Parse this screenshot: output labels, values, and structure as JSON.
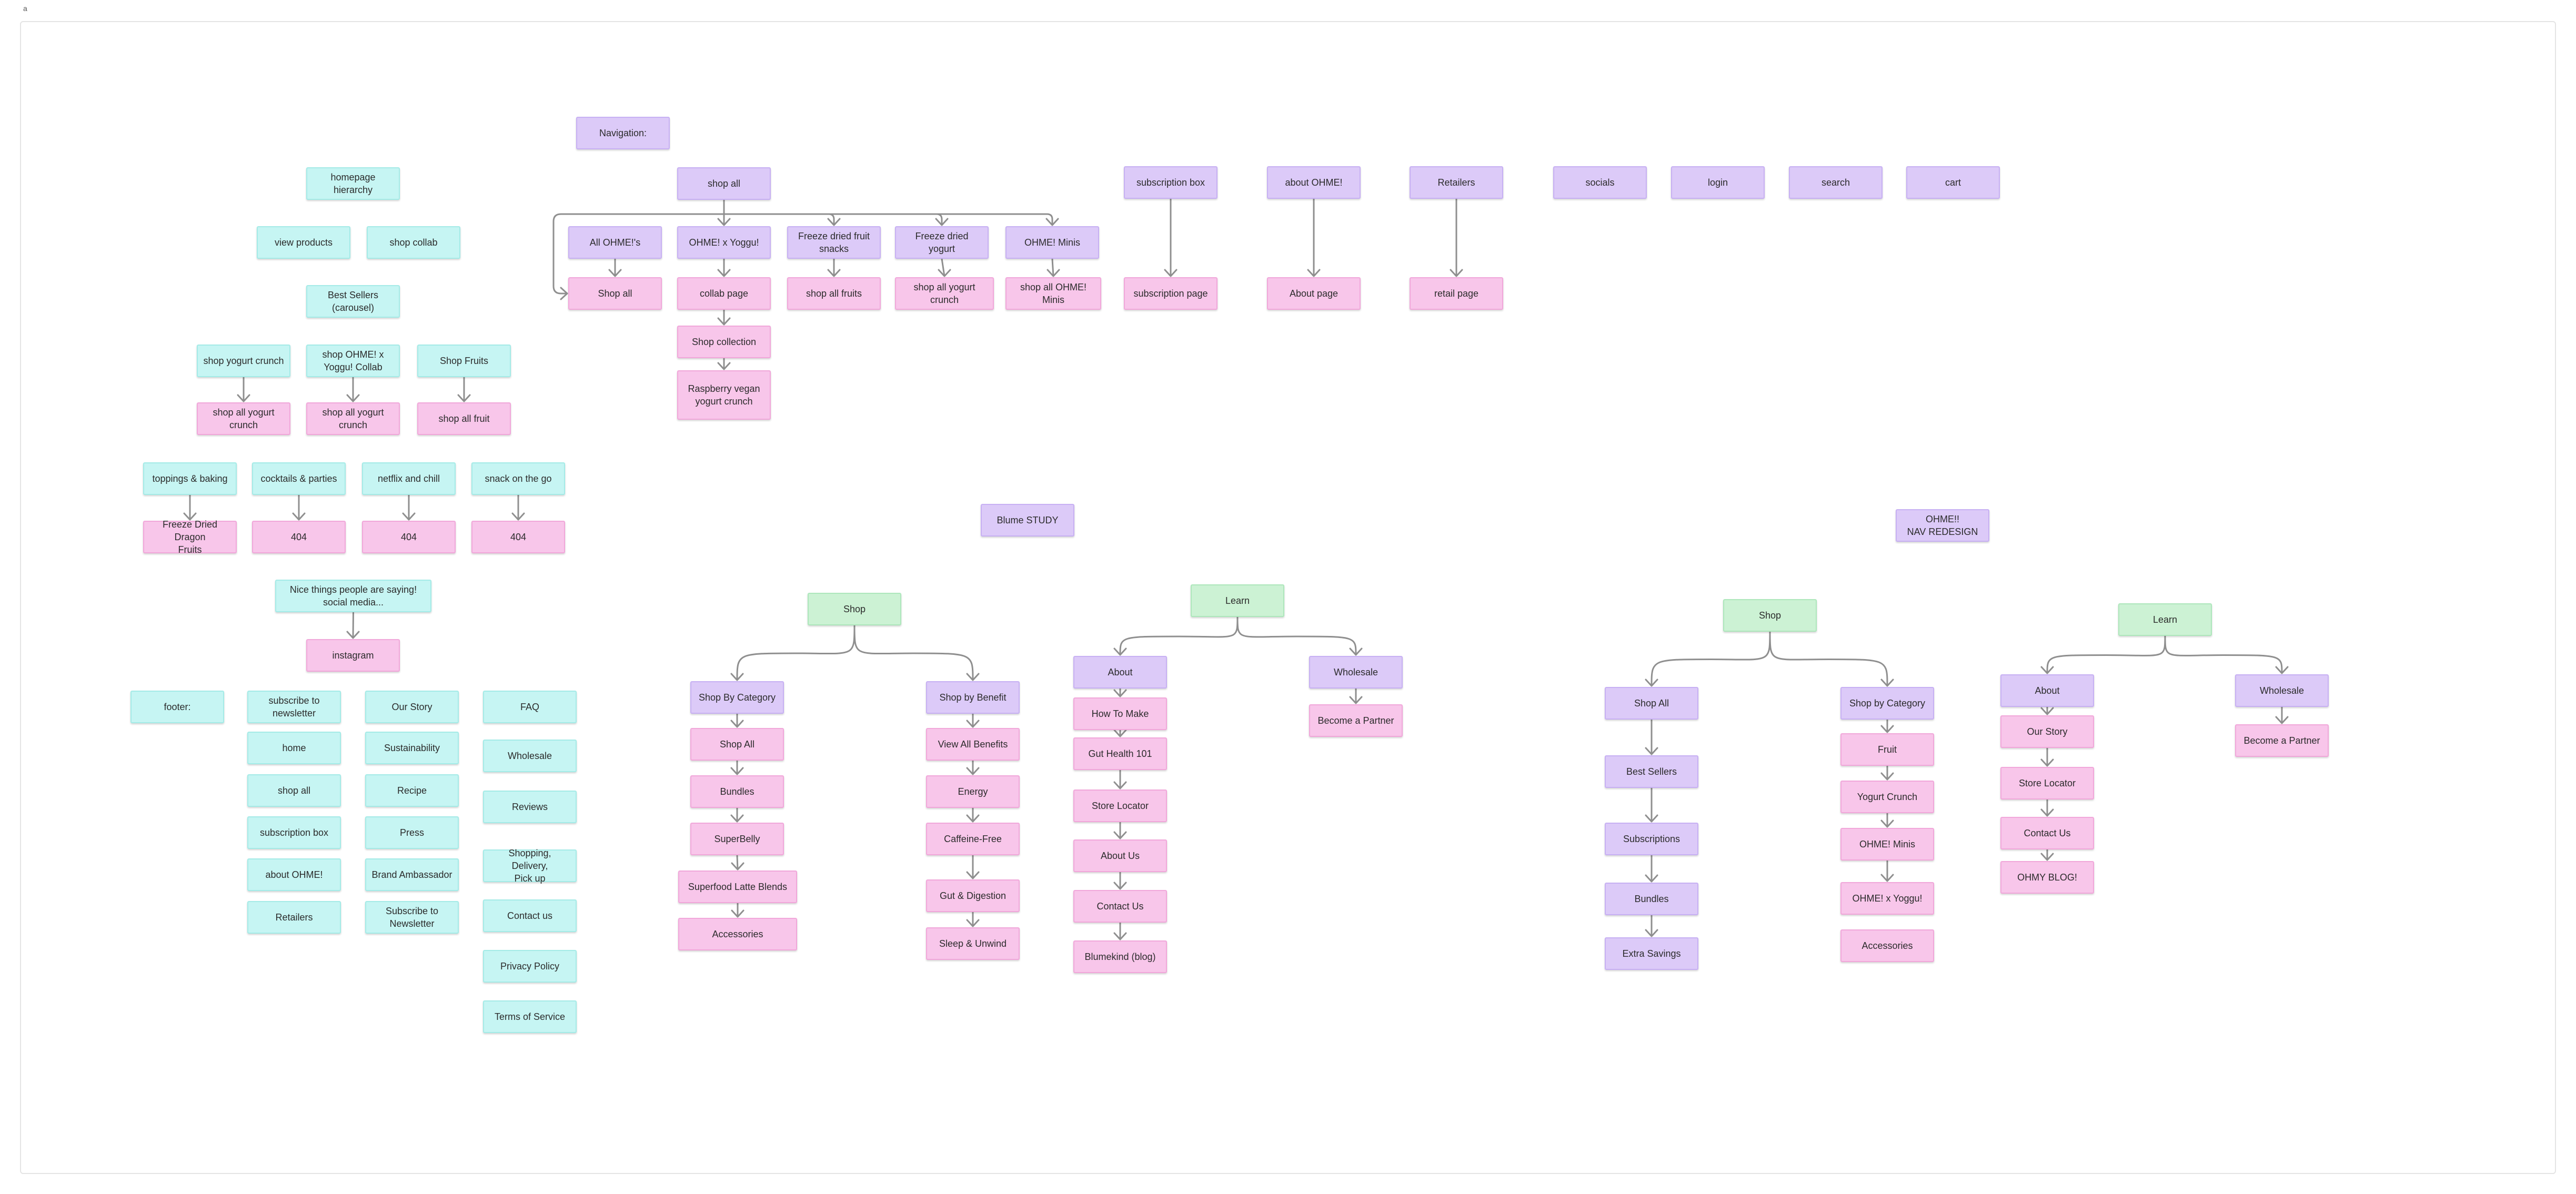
{
  "corner_mark": "a",
  "colors": {
    "cyan": "#c6f5f3",
    "pink": "#f8c6ea",
    "purple": "#dccaf8",
    "green": "#ccf2d4",
    "connector": "#8f8f8f"
  },
  "nodes": [
    {
      "id": "homepage-hierarchy",
      "text": "homepage hierarchy",
      "color": "cyan"
    },
    {
      "id": "view-products",
      "text": "view products",
      "color": "cyan"
    },
    {
      "id": "shop-collab",
      "text": "shop collab",
      "color": "cyan"
    },
    {
      "id": "best-sellers-carousel",
      "text": "Best Sellers\n(carousel)",
      "color": "cyan"
    },
    {
      "id": "shop-yogurt-crunch",
      "text": "shop yogurt crunch",
      "color": "cyan"
    },
    {
      "id": "shop-ohme-yoggu-collab",
      "text": "shop OHME! x\nYoggu! Collab",
      "color": "cyan"
    },
    {
      "id": "shop-fruits",
      "text": "Shop Fruits",
      "color": "cyan"
    },
    {
      "id": "shop-all-yogurt-crunch-1",
      "text": "shop all yogurt\ncrunch",
      "color": "pink"
    },
    {
      "id": "shop-all-yogurt-crunch-2",
      "text": "shop all yogurt\ncrunch",
      "color": "pink"
    },
    {
      "id": "shop-all-fruit",
      "text": "shop all fruit",
      "color": "pink"
    },
    {
      "id": "toppings-baking",
      "text": "toppings & baking",
      "color": "cyan"
    },
    {
      "id": "cocktails-parties",
      "text": "cocktails & parties",
      "color": "cyan"
    },
    {
      "id": "netflix-chill",
      "text": "netflix and chill",
      "color": "cyan"
    },
    {
      "id": "snack-on-the-go",
      "text": "snack on the go",
      "color": "cyan"
    },
    {
      "id": "freeze-dried-dragon-fruits",
      "text": "Freeze Dried Dragon\nFruits",
      "color": "pink"
    },
    {
      "id": "error-404-1",
      "text": "404",
      "color": "pink"
    },
    {
      "id": "error-404-2",
      "text": "404",
      "color": "pink"
    },
    {
      "id": "error-404-3",
      "text": "404",
      "color": "pink"
    },
    {
      "id": "nice-things",
      "text": "Nice things people are saying!\nsocial media...",
      "color": "cyan"
    },
    {
      "id": "instagram",
      "text": "instagram",
      "color": "pink"
    },
    {
      "id": "footer",
      "text": "footer:",
      "color": "cyan"
    },
    {
      "id": "footer-subscribe-newsletter",
      "text": "subscribe to\nnewsletter",
      "color": "cyan"
    },
    {
      "id": "footer-home",
      "text": "home",
      "color": "cyan"
    },
    {
      "id": "footer-shop-all",
      "text": "shop all",
      "color": "cyan"
    },
    {
      "id": "footer-subscription-box",
      "text": "subscription box",
      "color": "cyan"
    },
    {
      "id": "footer-about-ohme",
      "text": "about OHME!",
      "color": "cyan"
    },
    {
      "id": "footer-retailers",
      "text": "Retailers",
      "color": "cyan"
    },
    {
      "id": "footer-our-story",
      "text": "Our Story",
      "color": "cyan"
    },
    {
      "id": "footer-sustainability",
      "text": "Sustainability",
      "color": "cyan"
    },
    {
      "id": "footer-recipe",
      "text": "Recipe",
      "color": "cyan"
    },
    {
      "id": "footer-press",
      "text": "Press",
      "color": "cyan"
    },
    {
      "id": "footer-brand-ambassador",
      "text": "Brand Ambassador",
      "color": "cyan"
    },
    {
      "id": "footer-subscribe-to-newsletter",
      "text": "Subscribe to\nNewsletter",
      "color": "cyan"
    },
    {
      "id": "footer-faq",
      "text": "FAQ",
      "color": "cyan"
    },
    {
      "id": "footer-wholesale",
      "text": "Wholesale",
      "color": "cyan"
    },
    {
      "id": "footer-reviews",
      "text": "Reviews",
      "color": "cyan"
    },
    {
      "id": "footer-shopping-delivery",
      "text": "Shopping, Delivery,\nPick up",
      "color": "cyan"
    },
    {
      "id": "footer-contact-us",
      "text": "Contact us",
      "color": "cyan"
    },
    {
      "id": "footer-privacy-policy",
      "text": "Privacy Policy",
      "color": "cyan"
    },
    {
      "id": "footer-terms-of-service",
      "text": "Terms of Service",
      "color": "cyan"
    },
    {
      "id": "navigation",
      "text": "Navigation:",
      "color": "purple"
    },
    {
      "id": "nav-shop-all",
      "text": "shop all",
      "color": "purple"
    },
    {
      "id": "nav-all-ohmes",
      "text": "All OHME!'s",
      "color": "purple"
    },
    {
      "id": "nav-ohme-x-yoggu",
      "text": "OHME! x Yoggu!",
      "color": "purple"
    },
    {
      "id": "nav-freeze-dried-fruit-snacks",
      "text": "Freeze dried fruit\nsnacks",
      "color": "purple"
    },
    {
      "id": "nav-freeze-dried-yogurt",
      "text": "Freeze dried yogurt",
      "color": "purple"
    },
    {
      "id": "nav-ohme-minis",
      "text": "OHME! Minis",
      "color": "purple"
    },
    {
      "id": "page-shop-all",
      "text": "Shop all",
      "color": "pink"
    },
    {
      "id": "page-collab",
      "text": "collab page",
      "color": "pink"
    },
    {
      "id": "page-shop-all-fruits",
      "text": "shop all fruits",
      "color": "pink"
    },
    {
      "id": "page-shop-all-yogurt-crunch",
      "text": "shop all yogurt crunch",
      "color": "pink"
    },
    {
      "id": "page-shop-all-ohme-minis",
      "text": "shop all OHME! Minis",
      "color": "pink"
    },
    {
      "id": "page-shop-collection",
      "text": "Shop collection",
      "color": "pink"
    },
    {
      "id": "page-raspberry-vegan",
      "text": "Raspberry vegan\nyogurt crunch",
      "color": "pink"
    },
    {
      "id": "nav-subscription-box",
      "text": "subscription box",
      "color": "purple"
    },
    {
      "id": "nav-about-ohme",
      "text": "about OHME!",
      "color": "purple"
    },
    {
      "id": "nav-retailers",
      "text": "Retailers",
      "color": "purple"
    },
    {
      "id": "nav-socials",
      "text": "socials",
      "color": "purple"
    },
    {
      "id": "nav-login",
      "text": "login",
      "color": "purple"
    },
    {
      "id": "nav-search",
      "text": "search",
      "color": "purple"
    },
    {
      "id": "nav-cart",
      "text": "cart",
      "color": "purple"
    },
    {
      "id": "page-subscription",
      "text": "subscription page",
      "color": "pink"
    },
    {
      "id": "page-about",
      "text": "About page",
      "color": "pink"
    },
    {
      "id": "page-retail",
      "text": "retail page",
      "color": "pink"
    },
    {
      "id": "blume-study",
      "text": "Blume STUDY",
      "color": "purple"
    },
    {
      "id": "blume-shop",
      "text": "Shop",
      "color": "green"
    },
    {
      "id": "blume-learn",
      "text": "Learn",
      "color": "green"
    },
    {
      "id": "blume-shop-by-category",
      "text": "Shop By Category",
      "color": "purple"
    },
    {
      "id": "blume-shop-all",
      "text": "Shop All",
      "color": "pink"
    },
    {
      "id": "blume-bundles",
      "text": "Bundles",
      "color": "pink"
    },
    {
      "id": "blume-superbelly",
      "text": "SuperBelly",
      "color": "pink"
    },
    {
      "id": "blume-superfood-latte",
      "text": "Superfood Latte Blends",
      "color": "pink"
    },
    {
      "id": "blume-accessories",
      "text": "Accessories",
      "color": "pink"
    },
    {
      "id": "blume-shop-by-benefit",
      "text": "Shop by Benefit",
      "color": "purple"
    },
    {
      "id": "blume-view-all-benefits",
      "text": "View All Benefits",
      "color": "pink"
    },
    {
      "id": "blume-energy",
      "text": "Energy",
      "color": "pink"
    },
    {
      "id": "blume-caffeine-free",
      "text": "Caffeine-Free",
      "color": "pink"
    },
    {
      "id": "blume-gut-digestion",
      "text": "Gut & Digestion",
      "color": "pink"
    },
    {
      "id": "blume-sleep-unwind",
      "text": "Sleep & Unwind",
      "color": "pink"
    },
    {
      "id": "blume-about",
      "text": "About",
      "color": "purple"
    },
    {
      "id": "blume-how-to-make",
      "text": "How To Make",
      "color": "pink"
    },
    {
      "id": "blume-gut-health",
      "text": "Gut Health 101",
      "color": "pink"
    },
    {
      "id": "blume-store-locator",
      "text": "Store Locator",
      "color": "pink"
    },
    {
      "id": "blume-about-us",
      "text": "About Us",
      "color": "pink"
    },
    {
      "id": "blume-contact-us",
      "text": "Contact Us",
      "color": "pink"
    },
    {
      "id": "blume-blumekind",
      "text": "Blumekind (blog)",
      "color": "pink"
    },
    {
      "id": "blume-wholesale",
      "text": "Wholesale",
      "color": "purple"
    },
    {
      "id": "blume-become-partner",
      "text": "Become a Partner",
      "color": "pink"
    },
    {
      "id": "ohme-nav-redesign",
      "text": "OHME!!\nNAV REDESIGN",
      "color": "purple"
    },
    {
      "id": "redesign-shop",
      "text": "Shop",
      "color": "green"
    },
    {
      "id": "redesign-learn",
      "text": "Learn",
      "color": "green"
    },
    {
      "id": "redesign-shop-all",
      "text": "Shop All",
      "color": "purple"
    },
    {
      "id": "redesign-best-sellers",
      "text": "Best Sellers",
      "color": "purple"
    },
    {
      "id": "redesign-subscriptions",
      "text": "Subscriptions",
      "color": "purple"
    },
    {
      "id": "redesign-bundles",
      "text": "Bundles",
      "color": "purple"
    },
    {
      "id": "redesign-extra-savings",
      "text": "Extra Savings",
      "color": "purple"
    },
    {
      "id": "redesign-shop-by-category",
      "text": "Shop by Category",
      "color": "purple"
    },
    {
      "id": "redesign-fruit",
      "text": "Fruit",
      "color": "pink"
    },
    {
      "id": "redesign-yogurt-crunch",
      "text": "Yogurt Crunch",
      "color": "pink"
    },
    {
      "id": "redesign-ohme-minis",
      "text": "OHME! Minis",
      "color": "pink"
    },
    {
      "id": "redesign-ohme-x-yoggu",
      "text": "OHME! x Yoggu!",
      "color": "pink"
    },
    {
      "id": "redesign-accessories",
      "text": "Accessories",
      "color": "pink"
    },
    {
      "id": "redesign-about",
      "text": "About",
      "color": "purple"
    },
    {
      "id": "redesign-our-story",
      "text": "Our Story",
      "color": "pink"
    },
    {
      "id": "redesign-store-locator",
      "text": "Store Locator",
      "color": "pink"
    },
    {
      "id": "redesign-contact-us",
      "text": "Contact Us",
      "color": "pink"
    },
    {
      "id": "redesign-ohmy-blog",
      "text": "OHMY BLOG!",
      "color": "pink"
    },
    {
      "id": "redesign-wholesale",
      "text": "Wholesale",
      "color": "purple"
    },
    {
      "id": "redesign-become-partner",
      "text": "Become a Partner",
      "color": "pink"
    }
  ],
  "edges": [
    {
      "from": "shop-yogurt-crunch",
      "to": "shop-all-yogurt-crunch-1"
    },
    {
      "from": "shop-ohme-yoggu-collab",
      "to": "shop-all-yogurt-crunch-2"
    },
    {
      "from": "shop-fruits",
      "to": "shop-all-fruit"
    },
    {
      "from": "toppings-baking",
      "to": "freeze-dried-dragon-fruits"
    },
    {
      "from": "cocktails-parties",
      "to": "error-404-1"
    },
    {
      "from": "netflix-chill",
      "to": "error-404-2"
    },
    {
      "from": "snack-on-the-go",
      "to": "error-404-3"
    },
    {
      "from": "nice-things",
      "to": "instagram"
    },
    {
      "from": "nav-shop-all",
      "to": "page-shop-all",
      "kind": "loop"
    },
    {
      "from": "nav-shop-all",
      "to": "nav-ohme-x-yoggu"
    },
    {
      "from": "nav-shop-all",
      "to": "nav-freeze-dried-fruit-snacks",
      "kind": "bus"
    },
    {
      "from": "nav-shop-all",
      "to": "nav-freeze-dried-yogurt",
      "kind": "bus"
    },
    {
      "from": "nav-shop-all",
      "to": "nav-ohme-minis",
      "kind": "bus"
    },
    {
      "from": "nav-all-ohmes",
      "to": "page-shop-all"
    },
    {
      "from": "nav-ohme-x-yoggu",
      "to": "page-collab"
    },
    {
      "from": "nav-freeze-dried-fruit-snacks",
      "to": "page-shop-all-fruits"
    },
    {
      "from": "nav-freeze-dried-yogurt",
      "to": "page-shop-all-yogurt-crunch"
    },
    {
      "from": "nav-ohme-minis",
      "to": "page-shop-all-ohme-minis"
    },
    {
      "from": "page-collab",
      "to": "page-shop-collection"
    },
    {
      "from": "page-shop-collection",
      "to": "page-raspberry-vegan"
    },
    {
      "from": "nav-subscription-box",
      "to": "page-subscription"
    },
    {
      "from": "nav-about-ohme",
      "to": "page-about"
    },
    {
      "from": "nav-retailers",
      "to": "page-retail"
    },
    {
      "from": "blume-shop",
      "to": "blume-shop-by-category",
      "kind": "curve"
    },
    {
      "from": "blume-shop",
      "to": "blume-shop-by-benefit",
      "kind": "curve"
    },
    {
      "from": "blume-shop-by-category",
      "to": "blume-shop-all"
    },
    {
      "from": "blume-shop-all",
      "to": "blume-bundles"
    },
    {
      "from": "blume-bundles",
      "to": "blume-superbelly"
    },
    {
      "from": "blume-superbelly",
      "to": "blume-superfood-latte"
    },
    {
      "from": "blume-superfood-latte",
      "to": "blume-accessories"
    },
    {
      "from": "blume-shop-by-benefit",
      "to": "blume-view-all-benefits"
    },
    {
      "from": "blume-view-all-benefits",
      "to": "blume-energy"
    },
    {
      "from": "blume-energy",
      "to": "blume-caffeine-free"
    },
    {
      "from": "blume-caffeine-free",
      "to": "blume-gut-digestion"
    },
    {
      "from": "blume-gut-digestion",
      "to": "blume-sleep-unwind"
    },
    {
      "from": "blume-learn",
      "to": "blume-about",
      "kind": "curve"
    },
    {
      "from": "blume-learn",
      "to": "blume-wholesale",
      "kind": "curve"
    },
    {
      "from": "blume-about",
      "to": "blume-how-to-make"
    },
    {
      "from": "blume-how-to-make",
      "to": "blume-gut-health"
    },
    {
      "from": "blume-gut-health",
      "to": "blume-store-locator"
    },
    {
      "from": "blume-store-locator",
      "to": "blume-about-us"
    },
    {
      "from": "blume-about-us",
      "to": "blume-contact-us"
    },
    {
      "from": "blume-contact-us",
      "to": "blume-blumekind"
    },
    {
      "from": "blume-wholesale",
      "to": "blume-become-partner"
    },
    {
      "from": "redesign-shop",
      "to": "redesign-shop-all",
      "kind": "curve"
    },
    {
      "from": "redesign-shop",
      "to": "redesign-shop-by-category",
      "kind": "curve"
    },
    {
      "from": "redesign-shop-all",
      "to": "redesign-best-sellers"
    },
    {
      "from": "redesign-best-sellers",
      "to": "redesign-subscriptions"
    },
    {
      "from": "redesign-subscriptions",
      "to": "redesign-bundles"
    },
    {
      "from": "redesign-bundles",
      "to": "redesign-extra-savings"
    },
    {
      "from": "redesign-shop-by-category",
      "to": "redesign-fruit"
    },
    {
      "from": "redesign-fruit",
      "to": "redesign-yogurt-crunch"
    },
    {
      "from": "redesign-yogurt-crunch",
      "to": "redesign-ohme-minis"
    },
    {
      "from": "redesign-ohme-minis",
      "to": "redesign-ohme-x-yoggu"
    },
    {
      "from": "redesign-learn",
      "to": "redesign-about",
      "kind": "curve"
    },
    {
      "from": "redesign-learn",
      "to": "redesign-wholesale",
      "kind": "curve"
    },
    {
      "from": "redesign-about",
      "to": "redesign-our-story"
    },
    {
      "from": "redesign-our-story",
      "to": "redesign-store-locator"
    },
    {
      "from": "redesign-store-locator",
      "to": "redesign-contact-us"
    },
    {
      "from": "redesign-contact-us",
      "to": "redesign-ohmy-blog"
    },
    {
      "from": "redesign-wholesale",
      "to": "redesign-become-partner"
    }
  ]
}
